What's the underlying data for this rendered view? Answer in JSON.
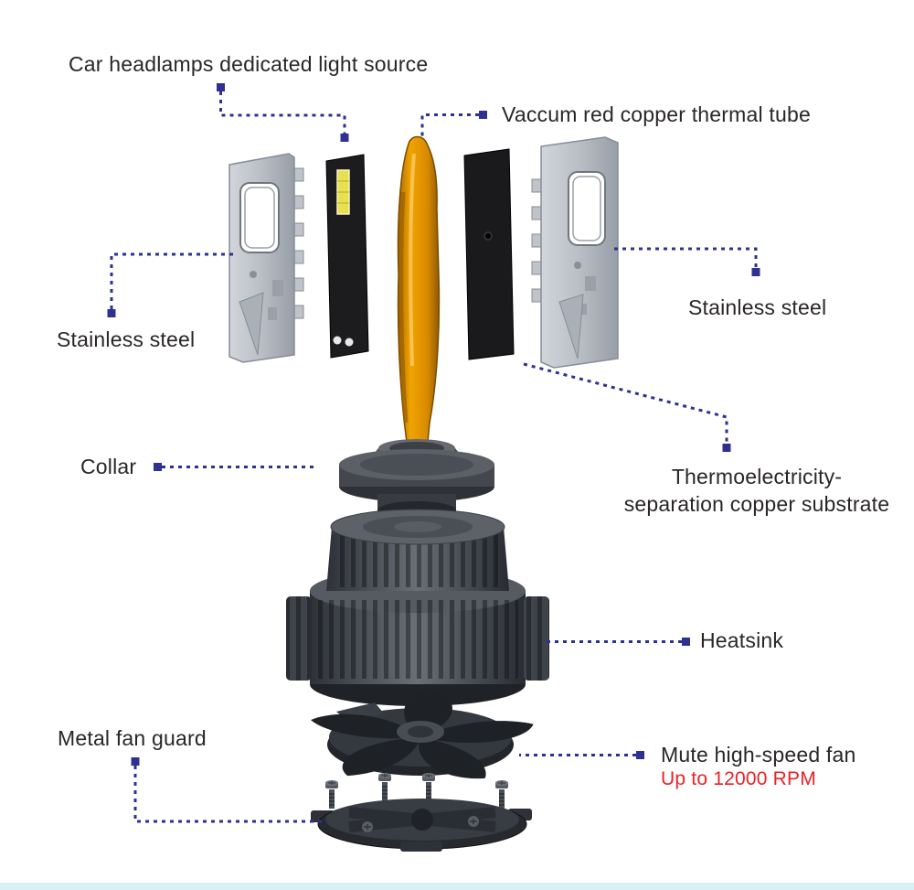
{
  "diagram": {
    "title_context": "LED car headlamp bulb exploded-view diagram",
    "colors": {
      "accent": "#2e3192",
      "rpm_warning": "#ec2028",
      "copper": "#e09a00",
      "bottom_strip": "#d8f1f5",
      "text": "#2a2627"
    },
    "labels": {
      "light_source": "Car headlamps dedicated light source",
      "thermal_tube": "Vaccum red copper thermal tube",
      "stainless_left": "Stainless steel",
      "stainless_right": "Stainless steel",
      "collar": "Collar",
      "substrate_line1": "Thermoelectricity-",
      "substrate_line2": "separation copper substrate",
      "heatsink": "Heatsink",
      "fan_guard": "Metal fan guard",
      "fan": "Mute high-speed fan",
      "fan_rpm": "Up to 12000 RPM"
    },
    "parts": [
      "stainless-steel-bracket-left",
      "led-substrate-left",
      "thermal-tube",
      "led-substrate-right",
      "stainless-steel-bracket-right",
      "collar",
      "heatsink",
      "fan",
      "fan-guard"
    ]
  }
}
